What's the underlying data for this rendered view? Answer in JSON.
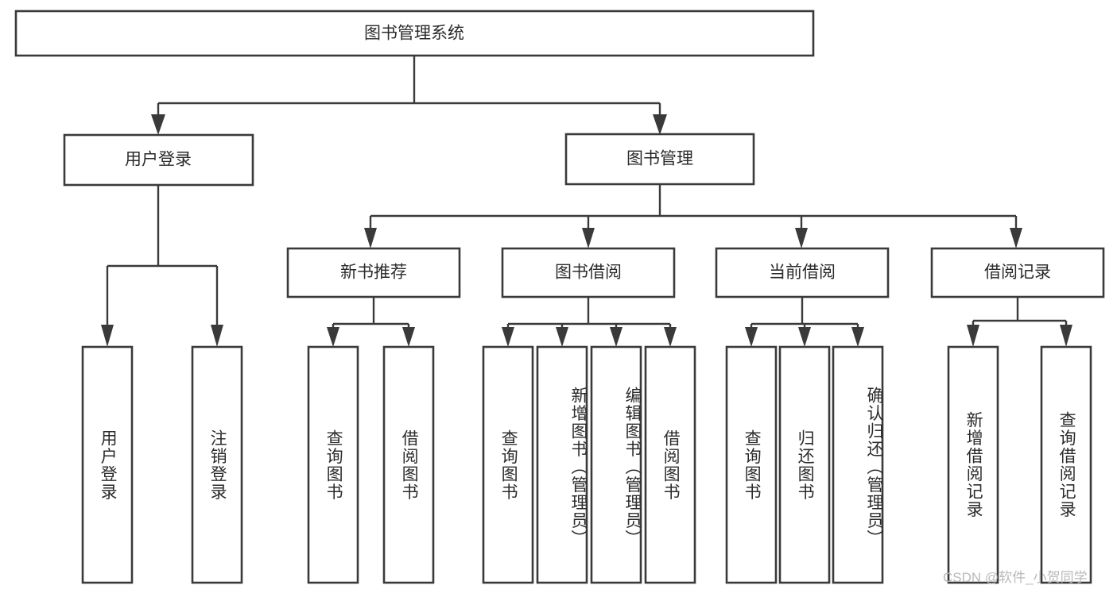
{
  "diagram": {
    "type": "hierarchy-tree",
    "title": "图书管理系统",
    "watermark": "CSDN @软件_小贺同学",
    "colors": {
      "stroke": "#3a3a3a",
      "fill": "#ffffff",
      "text": "#2b2b2b",
      "watermark": "#b9b9b9",
      "background": "#ffffff"
    },
    "root": {
      "label": "图书管理系统"
    },
    "level1": [
      {
        "label": "用户登录"
      },
      {
        "label": "图书管理"
      }
    ],
    "level2": [
      {
        "label": "新书推荐"
      },
      {
        "label": "图书借阅"
      },
      {
        "label": "当前借阅"
      },
      {
        "label": "借阅记录"
      }
    ],
    "leaves": {
      "user_login": [
        {
          "label": "用户登录"
        },
        {
          "label": "注销登录"
        }
      ],
      "new_book_recommend": [
        {
          "label": "查询图书"
        },
        {
          "label": "借阅图书"
        }
      ],
      "book_borrow": [
        {
          "label": "查询图书"
        },
        {
          "label": "新增图书（管理员）"
        },
        {
          "label": "编辑图书（管理员）"
        },
        {
          "label": "借阅图书"
        }
      ],
      "current_borrow": [
        {
          "label": "查询图书"
        },
        {
          "label": "归还图书"
        },
        {
          "label": "确认归还（管理员）"
        }
      ],
      "borrow_record": [
        {
          "label": "新增借阅记录"
        },
        {
          "label": "查询借阅记录"
        }
      ]
    }
  }
}
